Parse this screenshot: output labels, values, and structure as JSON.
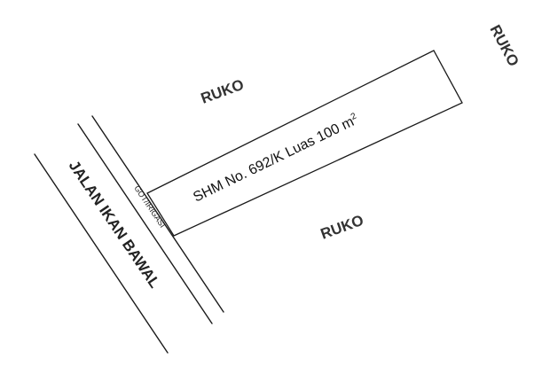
{
  "labels": {
    "ruko_left": "RUKO",
    "ruko_right": "RUKO",
    "ruko_bottom": "RUKO",
    "road": "JALAN IKAN BAWAL",
    "drain": "GOT/IRIGASI",
    "parcel_prefix": "SHM No. 692/K Luas 100 m",
    "parcel_exp": "2"
  },
  "colors": {
    "stroke": "#1a1a1a",
    "ruko_text": "#333333",
    "background": "#ffffff"
  }
}
